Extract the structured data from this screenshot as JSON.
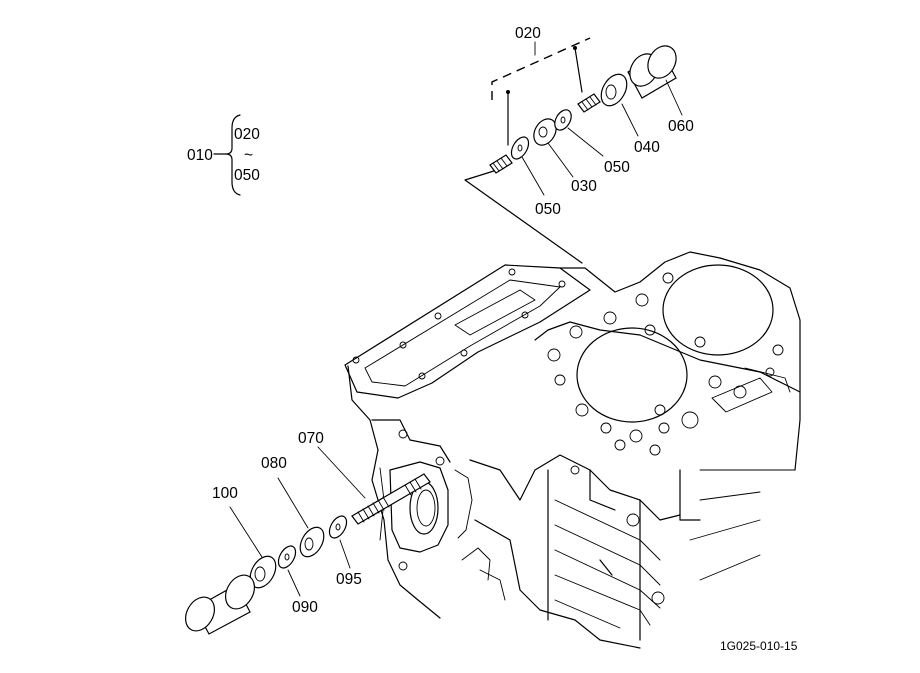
{
  "parts": {
    "p010": "010",
    "p020": "020",
    "p030": "030",
    "p040": "040",
    "p050a": "050",
    "p050b": "050",
    "p060": "060",
    "p070": "070",
    "p080": "080",
    "p090": "090",
    "p095": "095",
    "p100": "100"
  },
  "assembly_range": {
    "from": "020",
    "tilde": "~",
    "to": "050"
  },
  "figure_ref": "1G025-010-15"
}
